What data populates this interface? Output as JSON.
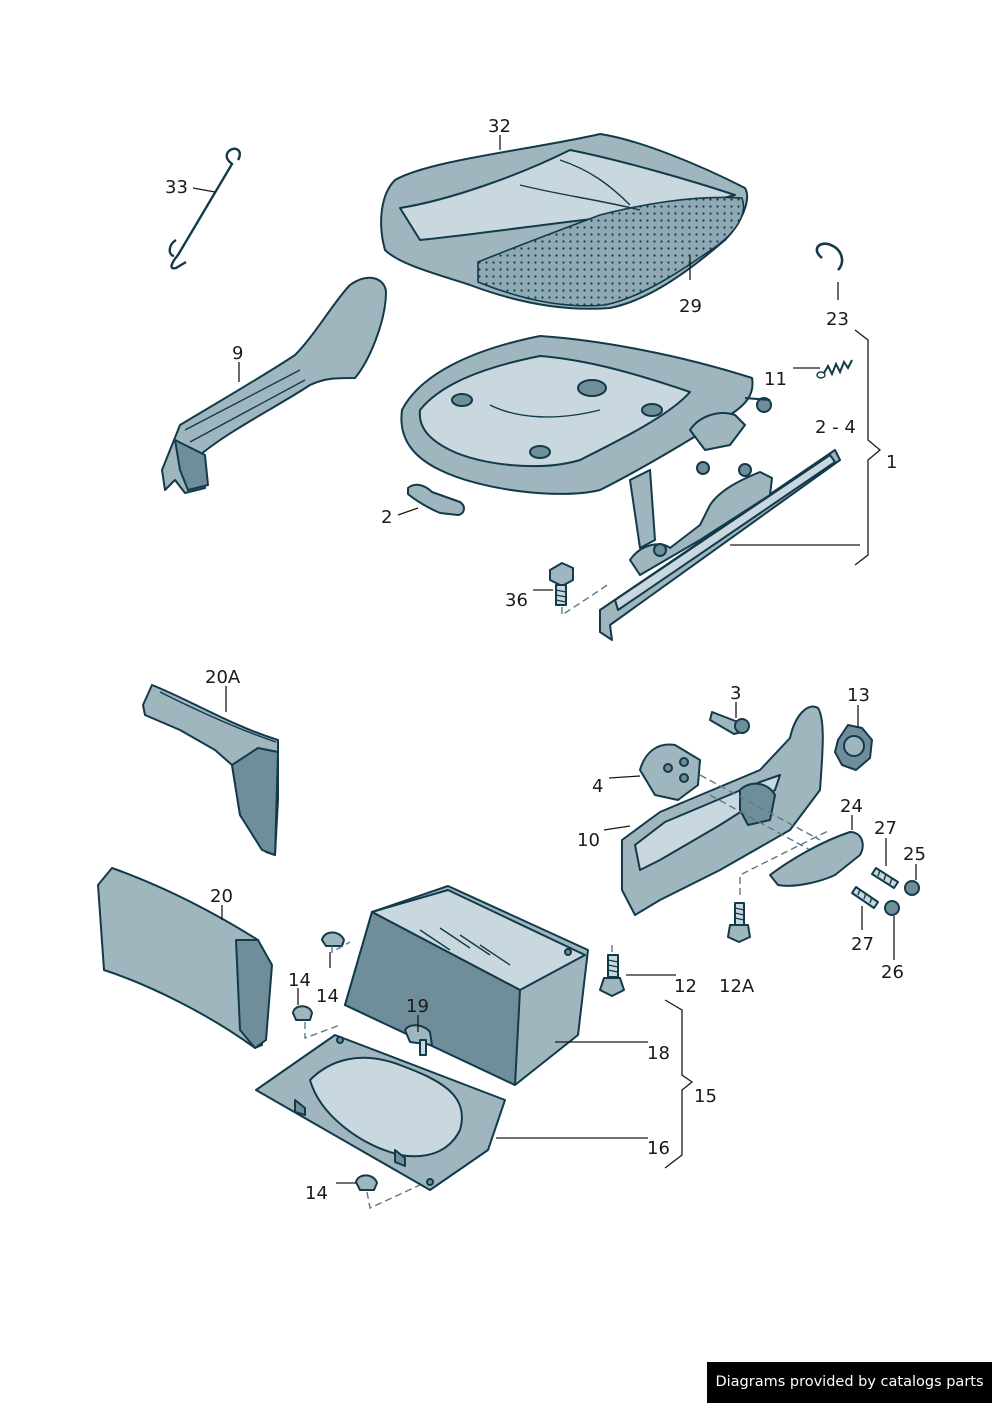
{
  "callouts": {
    "c32": "32",
    "c33": "33",
    "c29": "29",
    "c23": "23",
    "c9": "9",
    "c11": "11",
    "c2_4": "2 - 4",
    "c1": "1",
    "c2": "2",
    "c36": "36",
    "c20A": "20A",
    "c3": "3",
    "c13": "13",
    "c4": "4",
    "c24": "24",
    "c10": "10",
    "c27a": "27",
    "c25": "25",
    "c20": "20",
    "c27b": "27",
    "c26": "26",
    "c14a": "14",
    "c14b": "14",
    "c19": "19",
    "c12": "12",
    "c12A": "12A",
    "c18": "18",
    "c15": "15",
    "c16": "16",
    "c14c": "14"
  },
  "footer": {
    "credit": "Diagrams provided by catalogs parts"
  }
}
